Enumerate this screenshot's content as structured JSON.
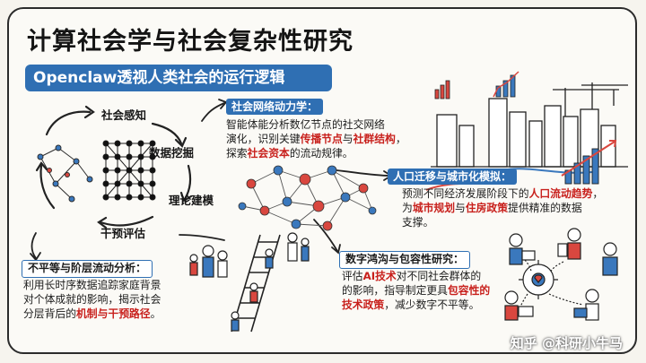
{
  "title": "计算社会学与社会复杂性研究",
  "subtitle": "Openclaw透视人类社会的运行逻辑",
  "cycle": {
    "steps": [
      "社会感知",
      "数据挖掘",
      "理论建模",
      "干预评估"
    ]
  },
  "panels": {
    "network": {
      "heading": "社会网络动力学：",
      "lines": [
        [
          {
            "t": "智能体能分析数亿节点的社交网络"
          }
        ],
        [
          {
            "t": "演化，识别关键"
          },
          {
            "t": "传播节点",
            "hl": true
          },
          {
            "t": "与"
          },
          {
            "t": "社群结构",
            "hl": true
          },
          {
            "t": "，"
          }
        ],
        [
          {
            "t": "探索"
          },
          {
            "t": "社会资本",
            "hl": true
          },
          {
            "t": "的流动规律。"
          }
        ]
      ]
    },
    "migration": {
      "heading": "人口迁移与城市化模拟：",
      "lines": [
        [
          {
            "t": "预测不同经济发展阶段下的"
          },
          {
            "t": "人口流动趋势",
            "hl": true
          },
          {
            "t": "，"
          }
        ],
        [
          {
            "t": "为"
          },
          {
            "t": "城市规划",
            "hl": true
          },
          {
            "t": "与"
          },
          {
            "t": "住房政策",
            "hl": true
          },
          {
            "t": "提供精准的数据"
          }
        ],
        [
          {
            "t": "支撑。"
          }
        ]
      ]
    },
    "inequality": {
      "heading": "不平等与阶层流动分析：",
      "lines": [
        [
          {
            "t": "利用长时序数据追踪家庭背景"
          }
        ],
        [
          {
            "t": "对个体成就的影响，揭示社会"
          }
        ],
        [
          {
            "t": "分层背后的"
          },
          {
            "t": "机制与干预路径",
            "hl": true
          },
          {
            "t": "。"
          }
        ]
      ]
    },
    "digital": {
      "heading": "数字鸿沟与包容性研究：",
      "lines": [
        [
          {
            "t": "评估"
          },
          {
            "t": "AI技术",
            "hl": true
          },
          {
            "t": "对不同社会群体的"
          }
        ],
        [
          {
            "t": "的影响，指导制定更具"
          },
          {
            "t": "包容性的",
            "hl": true
          }
        ],
        [
          {
            "t": "技术政策",
            "hl": true
          },
          {
            "t": "，减少数字不平等。"
          }
        ]
      ]
    }
  },
  "watermark": "知乎 @科研小牛马",
  "colors": {
    "accent_blue": "#2f6fb3",
    "highlight_red": "#c8201c",
    "node_red": "#d9473f",
    "node_blue": "#3a78bd"
  }
}
